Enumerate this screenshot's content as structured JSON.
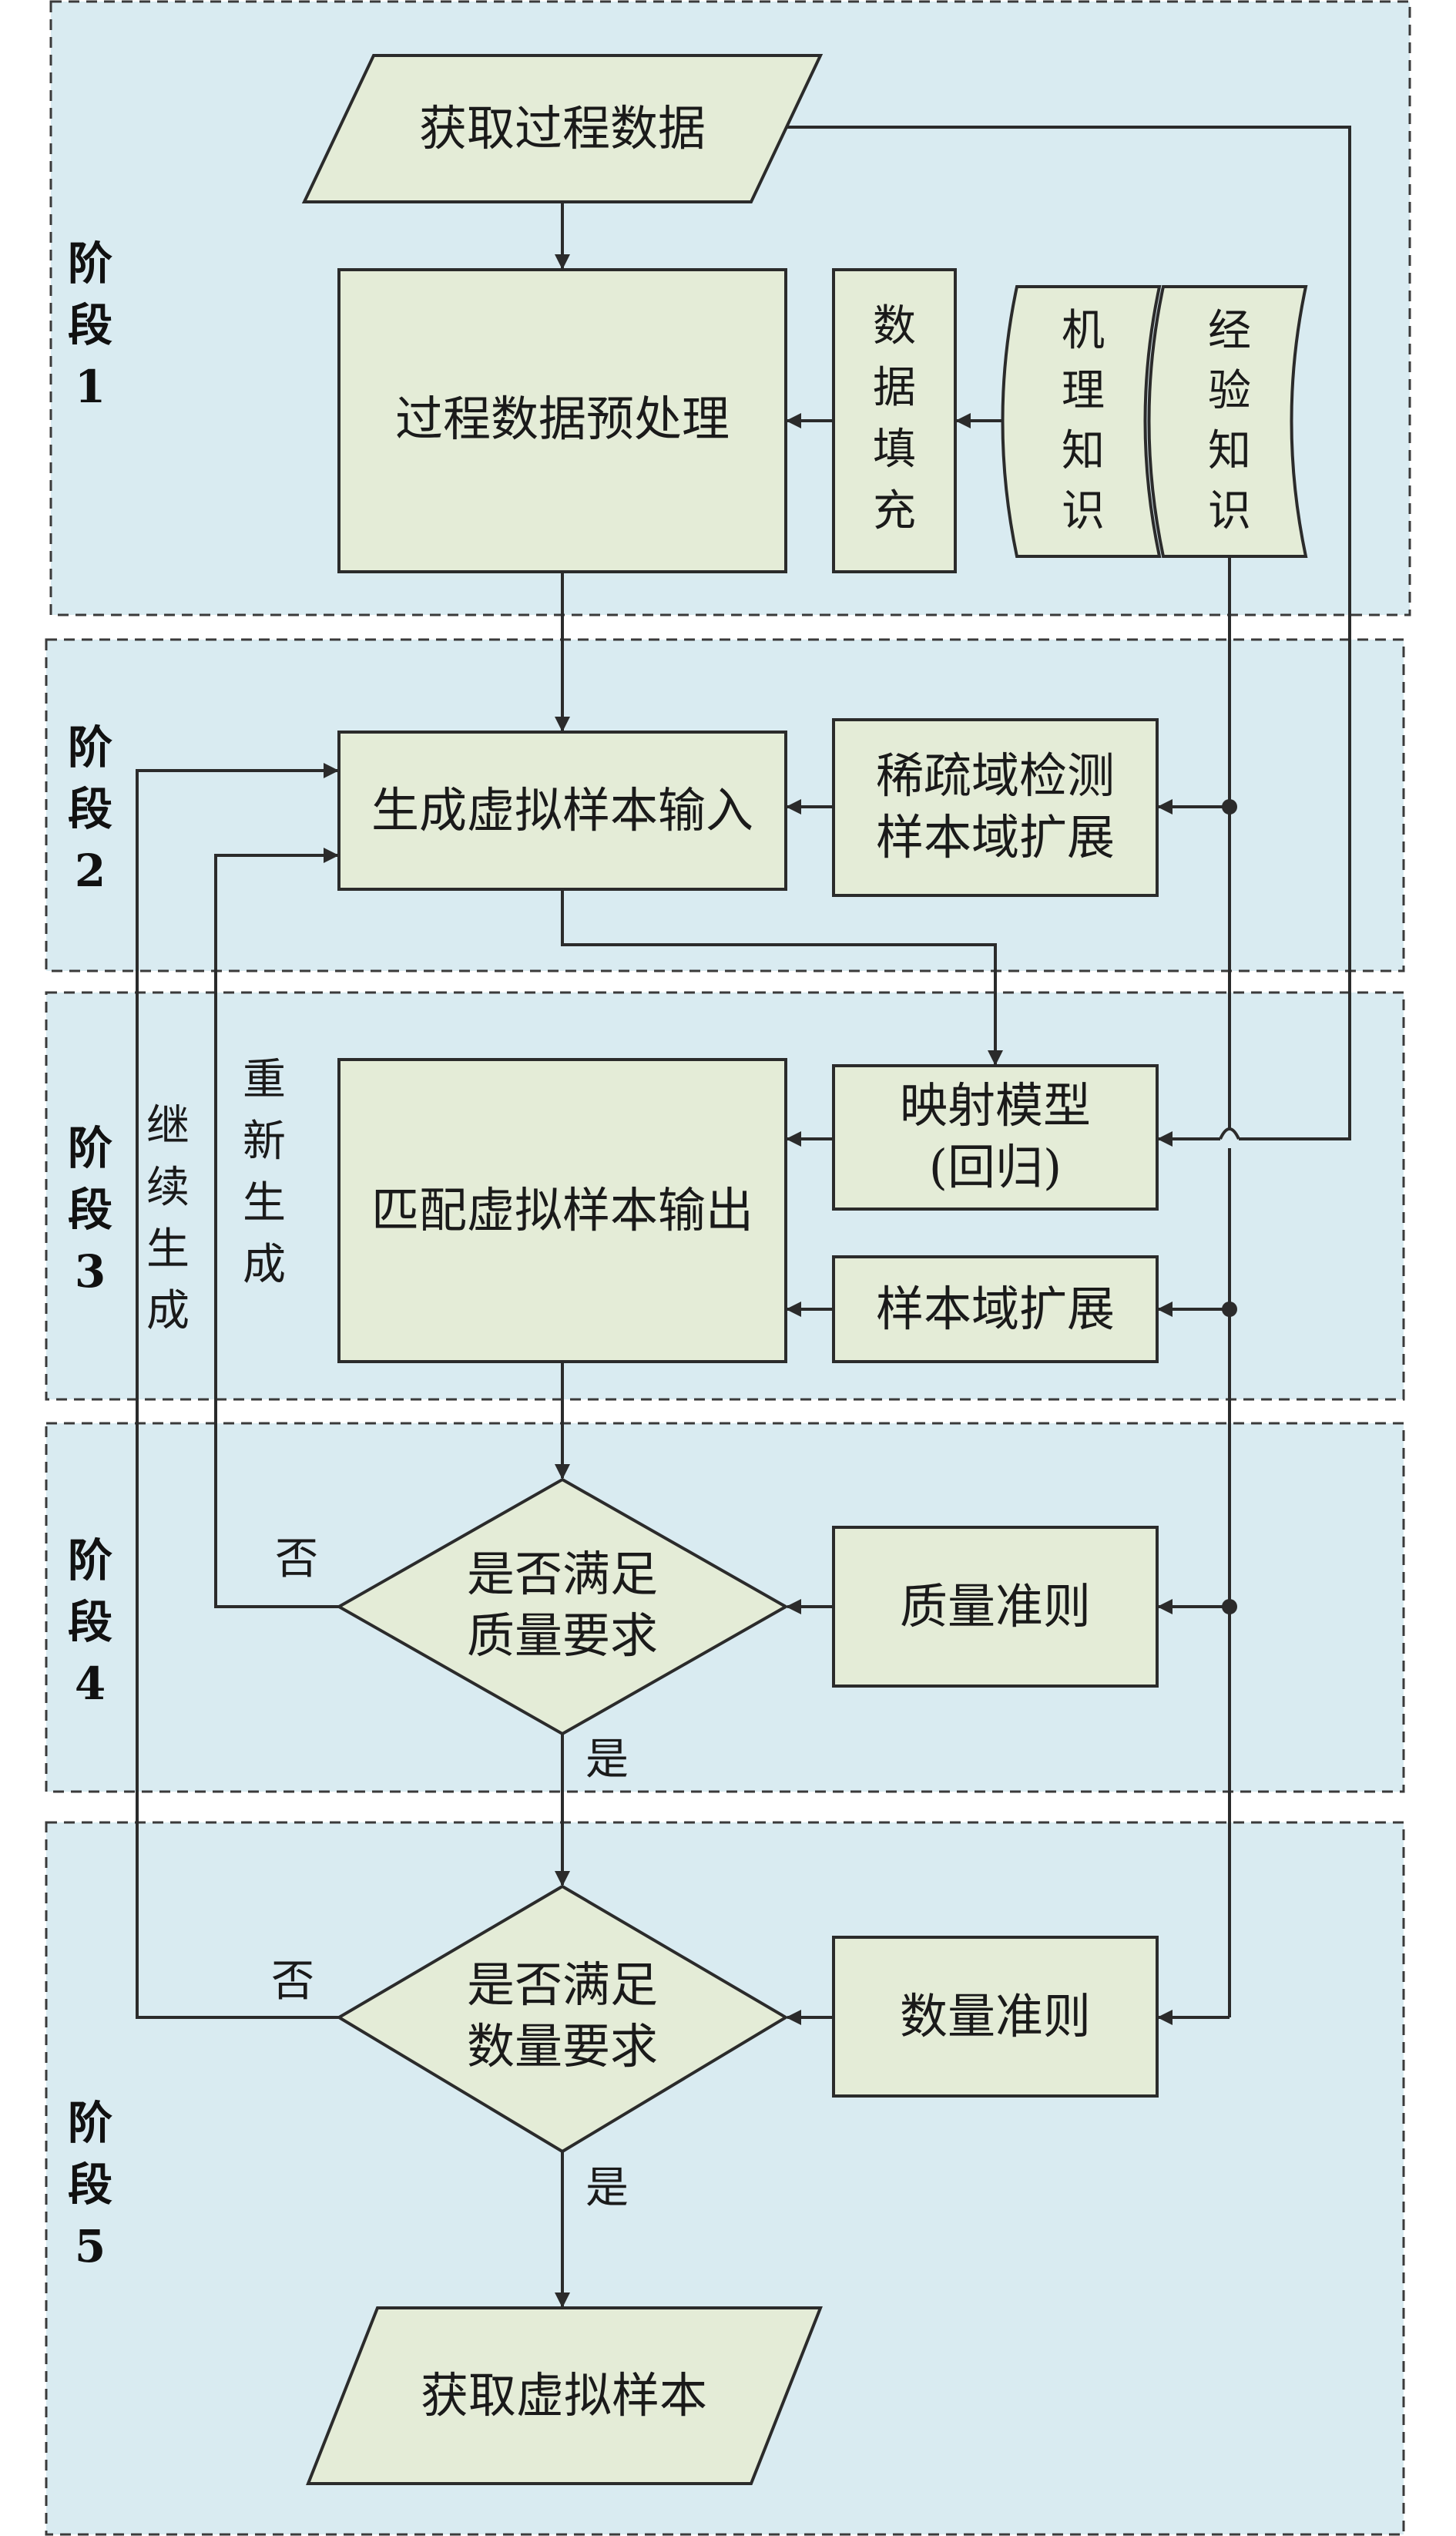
{
  "stages": [
    {
      "id": "1",
      "chars": [
        "阶",
        "段",
        "1"
      ]
    },
    {
      "id": "2",
      "chars": [
        "阶",
        "段",
        "2"
      ]
    },
    {
      "id": "3",
      "chars": [
        "阶",
        "段",
        "3"
      ]
    },
    {
      "id": "4",
      "chars": [
        "阶",
        "段",
        "4"
      ]
    },
    {
      "id": "5",
      "chars": [
        "阶",
        "段",
        "5"
      ]
    }
  ],
  "nodes": {
    "get_process_data": "获取过程数据",
    "preprocess": "过程数据预处理",
    "data_fill": [
      "数",
      "据",
      "填",
      "充"
    ],
    "mechanism_knowledge": [
      "机",
      "理",
      "知",
      "识"
    ],
    "experience_knowledge": [
      "经",
      "验",
      "知",
      "识"
    ],
    "generate_input": "生成虚拟样本输入",
    "sparse_detect": [
      "稀疏域检测",
      "样本域扩展"
    ],
    "mapping_model": [
      "映射模型",
      "(回归)"
    ],
    "match_output": "匹配虚拟样本输出",
    "sample_domain_ext": "样本域扩展",
    "quality_decision": [
      "是否满足",
      "质量要求"
    ],
    "quality_criteria": "质量准则",
    "quantity_decision": [
      "是否满足",
      "数量要求"
    ],
    "quantity_criteria": "数量准则",
    "get_virtual_samples": "获取虚拟样本"
  },
  "edge_labels": {
    "continue_generate": [
      "继",
      "续",
      "生",
      "成"
    ],
    "regenerate": [
      "重",
      "新",
      "生",
      "成"
    ],
    "no": "否",
    "yes": "是"
  },
  "colors": {
    "stage_background": "#d9ebf1",
    "box_fill": "#e4ecd7",
    "stroke": "#2b2b2b"
  }
}
